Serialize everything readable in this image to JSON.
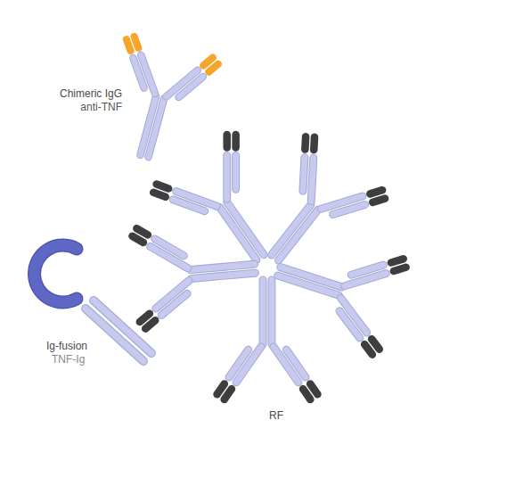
{
  "diagram": {
    "labels": [
      "Chimeric IgG",
      "anti-TNF",
      "Ig-fusion",
      "TNF-Ig",
      "RF"
    ]
  }
}
